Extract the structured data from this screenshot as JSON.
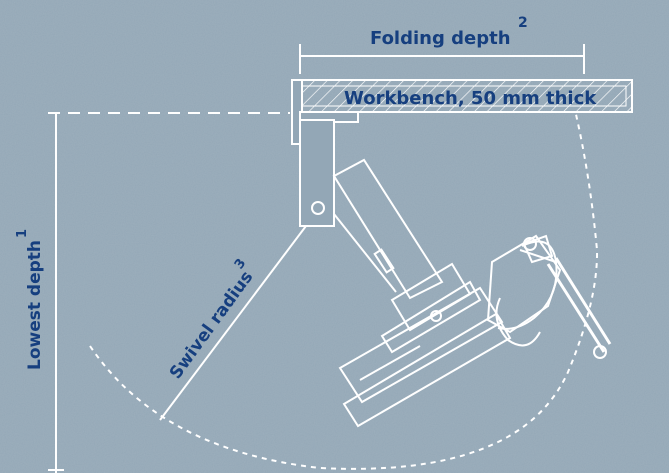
{
  "labels": {
    "folding_depth": "Folding depth",
    "folding_depth_note": "2",
    "workbench": "Workbench, 50 mm thick",
    "lowest_depth": "Lowest depth",
    "lowest_depth_note": "1",
    "swivel_radius": "Swivel radius",
    "swivel_radius_note": "3"
  },
  "colors": {
    "background": "#93a7b6",
    "line": "#ffffff",
    "text": "#163f7f"
  }
}
